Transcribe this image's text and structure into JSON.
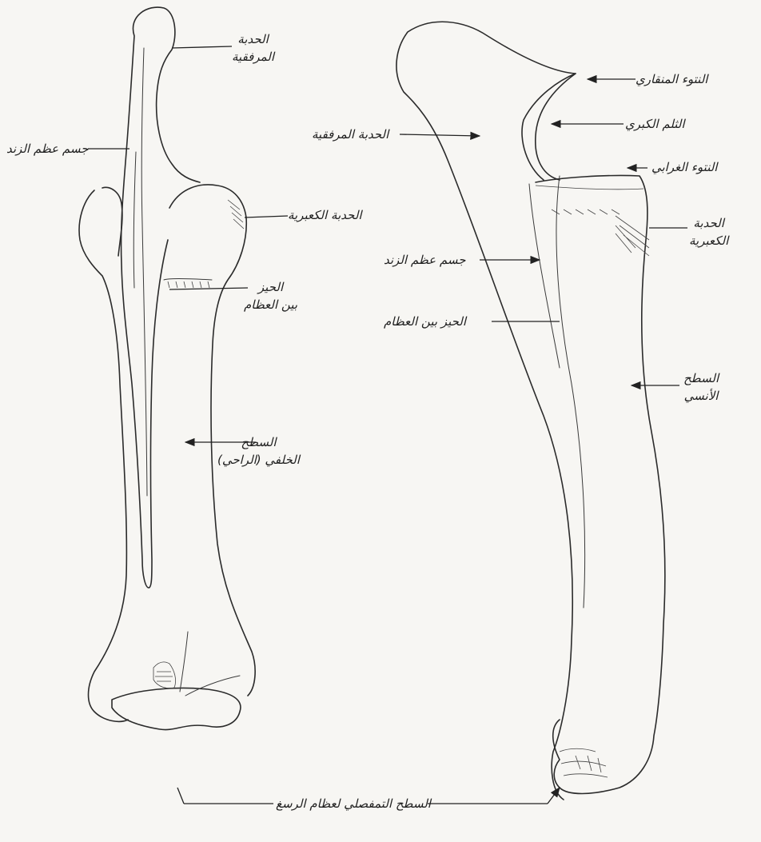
{
  "labels": {
    "olecranon_left": {
      "line1": "الحدبة",
      "line2": "المرفقية"
    },
    "ulna_body_left": "جسم عظم الزند",
    "radial_tuberosity_left": "الحدبة الكعبرية",
    "interosseous_left": {
      "line1": "الحيز",
      "line2": "بين العظام"
    },
    "posterior_surface_left": {
      "line1": "السطح",
      "line2": "الخلفي (الراحي)"
    },
    "articular_surface": "السطح التمفصلي لعظام الرسغ",
    "olecranon_right": "الحدبة المرفقية",
    "styloid_process_right": "النتوء المنقاري",
    "coracoid_notch_right": "الثلم الكبري",
    "styloid_right": "النتوء الغرابي",
    "radial_tuberosity_right": {
      "line1": "الحدبة",
      "line2": "الكعبرية"
    },
    "ulna_body_right": "جسم عظم الزند",
    "interosseous_right": "الحيز بين العظام",
    "anterior_surface_right": {
      "line1": "السطح",
      "line2": "الأنسي"
    }
  },
  "colors": {
    "ink": "#2b2b2b",
    "paper": "#f7f6f3"
  }
}
